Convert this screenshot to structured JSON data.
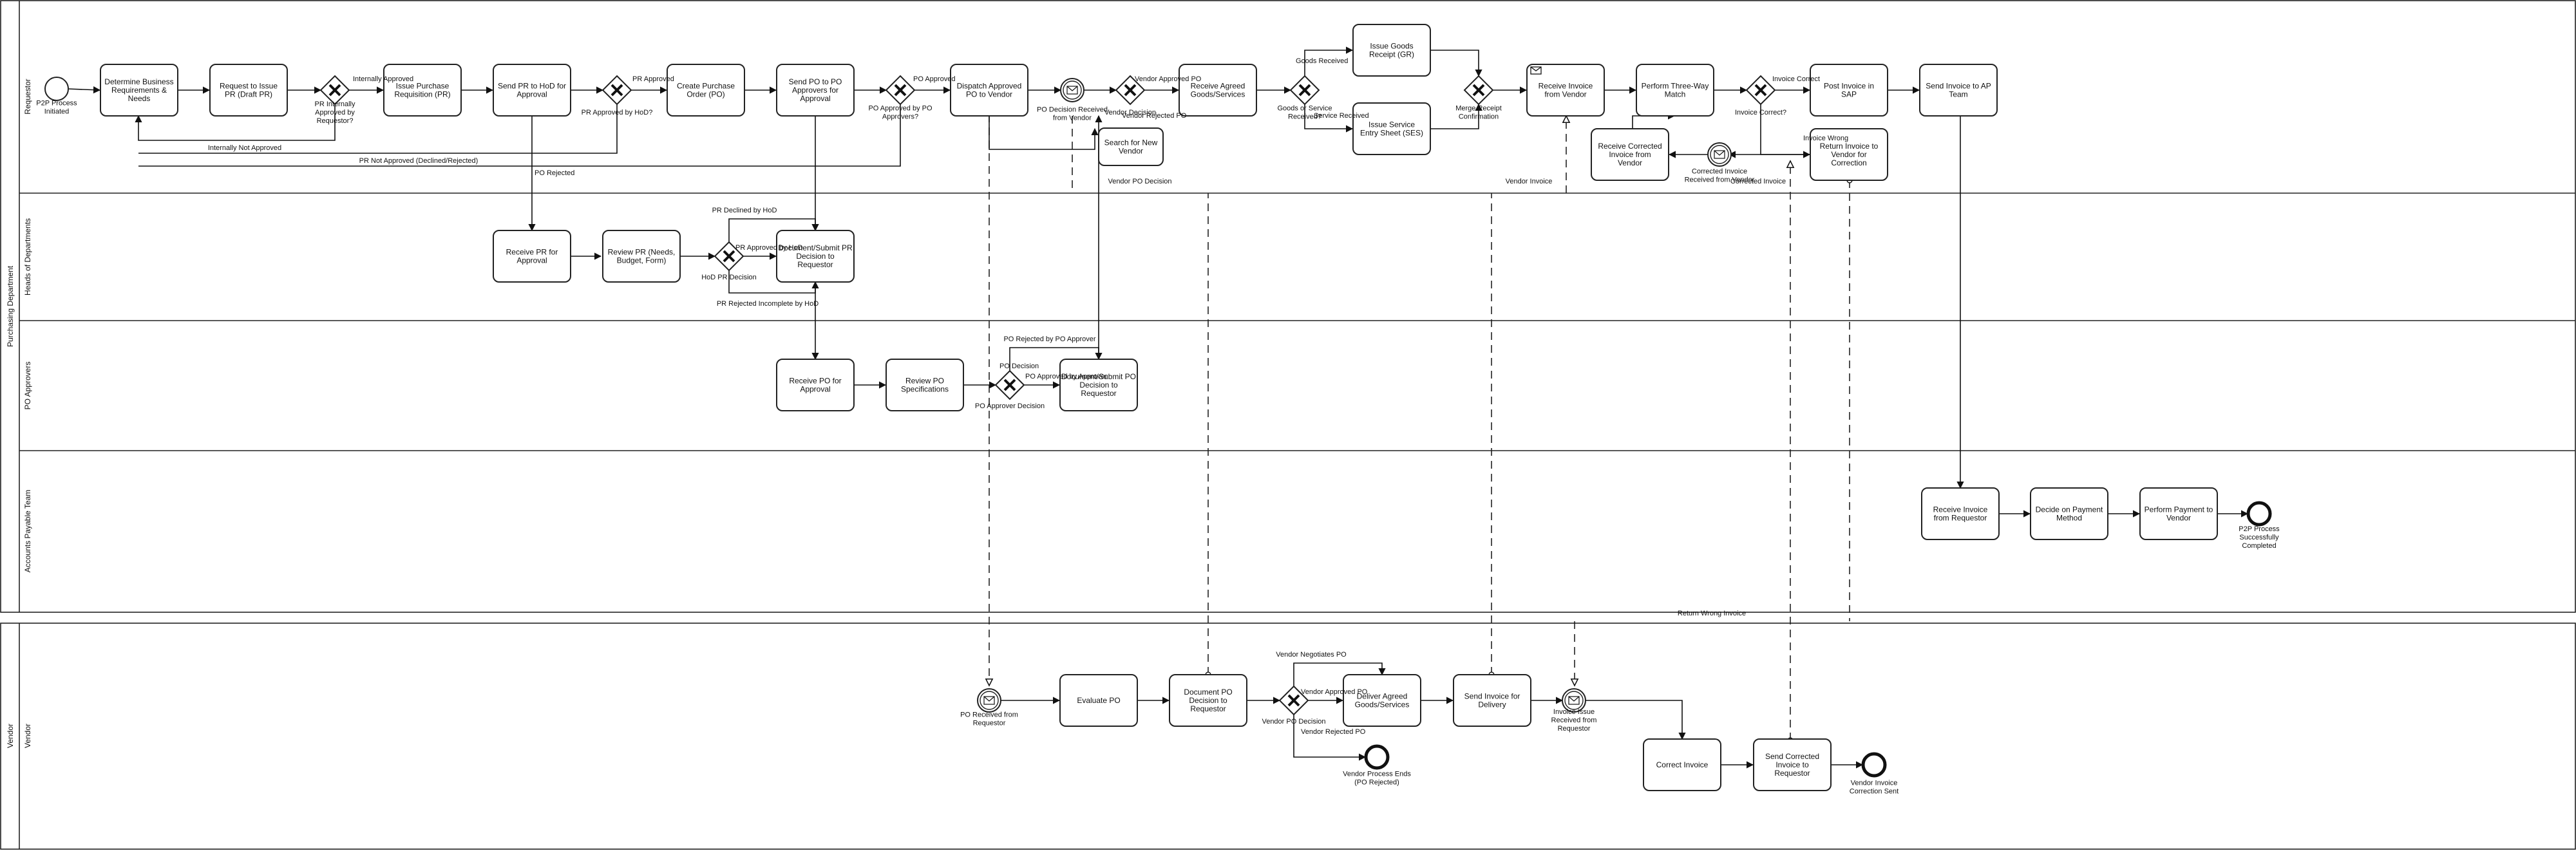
{
  "pools": {
    "purchasing": "Purchasing Department",
    "vendor": "Vendor"
  },
  "lanes": {
    "requestor": "Requestor",
    "hod": "Heads of Departments",
    "po_approvers": "PO Approvers",
    "ap_team": "Accounts Payable Team",
    "vendor": "Vendor"
  },
  "tasks": {
    "determine": "Determine Business Requirements & Needs",
    "request_pr": "Request to Issue PR (Draft PR)",
    "issue_pr": "Issue Purchase Requisition (PR)",
    "send_pr_hod": "Send PR to HoD for Approval",
    "create_po": "Create Purchase Order (PO)",
    "send_po_approvers": "Send PO to PO Approvers for Approval",
    "dispatch_po": "Dispatch Approved PO to Vendor",
    "search_vendor": "Search for New Vendor",
    "receive_goods": "Receive Agreed Goods/Services",
    "issue_gr": "Issue Goods Receipt (GR)",
    "issue_ses": "Issue Service Entry Sheet (SES)",
    "receive_invoice": "Receive Invoice from Vendor",
    "three_way": "Perform Three-Way Match",
    "post_invoice": "Post Invoice in SAP",
    "send_invoice_ap": "Send Invoice to AP Team",
    "receive_corrected": "Receive Corrected Invoice from Vendor",
    "return_invoice": "Return Invoice to Vendor for Correction",
    "receive_pr": "Receive PR for Approval",
    "review_pr": "Review PR (Needs, Budget, Form)",
    "doc_pr_decision": "Document/Submit PR Decision to Requestor",
    "receive_po": "Receive PO for Approval",
    "review_po": "Review PO Specifications",
    "doc_po_decision": "Document/Submit PO Decision to Requestor",
    "ap_receive_invoice": "Receive Invoice from Requestor",
    "decide_payment": "Decide on Payment Method",
    "perform_payment": "Perform Payment to Vendor",
    "evaluate_po": "Evaluate PO",
    "v_doc_decision": "Document PO Decision to Requestor",
    "deliver_goods": "Deliver Agreed Goods/Services",
    "send_invoice_delivery": "Send Invoice for Delivery",
    "correct_invoice": "Correct Invoice",
    "send_corrected": "Send Corrected Invoice to Requestor"
  },
  "events": {
    "start": "P2P Process Initiated",
    "po_decision_received": "PO Decision Received from Vendor",
    "corrected_invoice_received": "Corrected Invoice Received from Vendor",
    "end_p2p": "P2P Process Successfully Completed",
    "po_received": "PO Received from Requestor",
    "vendor_ends": "Vendor Process Ends (PO Rejected)",
    "invoice_issue_received": "Invoice Issue Received from Requestor",
    "vendor_correction_sent": "Vendor Invoice Correction Sent"
  },
  "gateways": {
    "pr_internally_approved": "PR Internally Approved by Requestor?",
    "pr_approved_hod": "PR Approved by HoD?",
    "po_approved_approvers": "PO Approved by PO Approvers?",
    "vendor_decision": "Vendor Decision",
    "goods_or_service": "Goods or Service Received?",
    "merge_receipt": "Merge Receipt Confirmation",
    "invoice_correct": "Invoice Correct?",
    "hod_pr_decision": "HoD PR Decision",
    "po_approver_decision": "PO Approver Decision",
    "vendor_po_decision": "Vendor PO Decision"
  },
  "flow_labels": {
    "internally_approved": "Internally Approved",
    "internally_not_approved": "Internally Not Approved",
    "pr_approved": "PR Approved",
    "pr_not_approved": "PR Not Approved (Declined/Rejected)",
    "po_approved": "PO Approved",
    "po_rejected": "PO Rejected",
    "vendor_approved_po": "Vendor Approved PO",
    "vendor_rejected_po": "Vendor Rejected PO",
    "goods_received": "Goods Received",
    "service_received": "Service Received",
    "invoice_correct": "Invoice Correct",
    "invoice_wrong": "Invoice Wrong",
    "pr_declined_hod": "PR Declined by HoD",
    "pr_approved_hod": "PR Approved by HoD",
    "pr_rejected_incomplete": "PR Rejected Incomplete by HoD",
    "po_rejected_approver": "PO Rejected by PO Approver",
    "po_decision": "PO Decision",
    "po_approved_approver": "PO Approved by Approver",
    "vendor_negotiates_po": "Vendor Negotiates PO",
    "vendor_approved_po_v": "Vendor Approved PO",
    "vendor_rejected_po_v": "Vendor Rejected PO"
  },
  "message_labels": {
    "vendor_po_decision": "Vendor PO Decision",
    "vendor_invoice": "Vendor Invoice",
    "corrected_invoice": "Corrected Invoice",
    "return_wrong_invoice": "Return Wrong Invoice"
  }
}
